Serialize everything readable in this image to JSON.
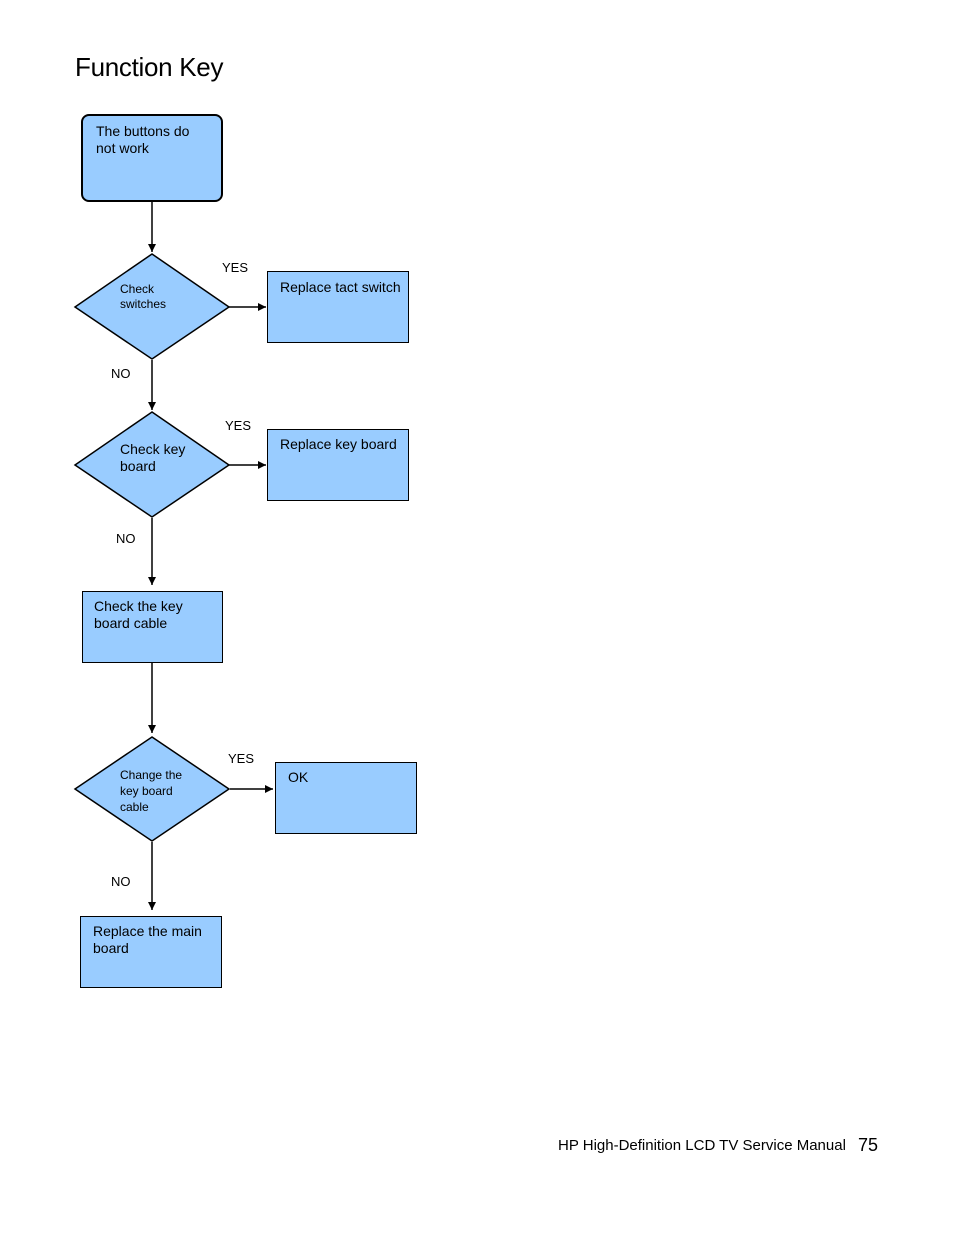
{
  "page": {
    "title": "Function Key",
    "footer": "HP High-Definition LCD TV Service Manual",
    "page_number": "75"
  },
  "flowchart": {
    "start": "The buttons do\nnot work",
    "decision_1": "Check\nswitches",
    "action_1": "Replace tact switch",
    "decision_2": "Check key\nboard",
    "action_2": "Replace key board",
    "step_cable": "Check the key\nboard cable",
    "decision_3": "Change the\nkey board\ncable",
    "action_3": "OK",
    "final": "Replace the main\nboard",
    "yes_label": "YES",
    "no_label": "NO"
  },
  "colors": {
    "shape_fill": "#99ccff",
    "stroke": "#000000"
  }
}
